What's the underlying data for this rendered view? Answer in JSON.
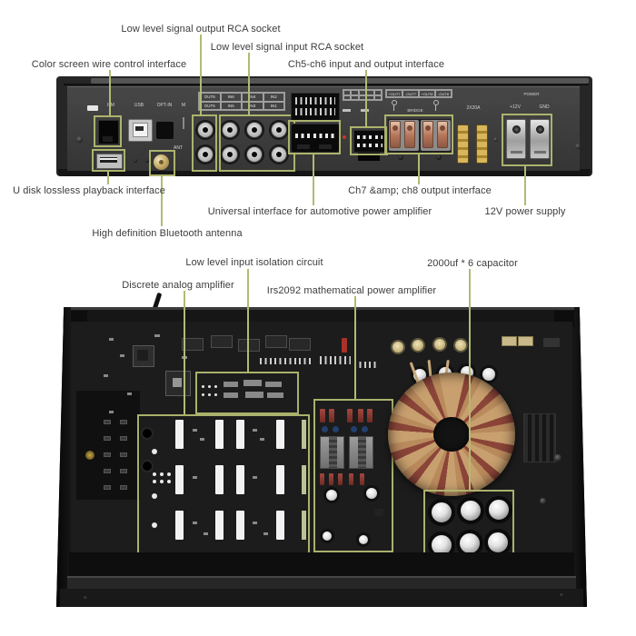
{
  "colors": {
    "annotation_line": "#b3ba72",
    "label_text": "#3c3c3c",
    "chassis": "#262626",
    "panel": "#3e3e3e"
  },
  "top_section": {
    "labels_above": [
      {
        "key": "rca_output",
        "text": "Low level signal output RCA socket"
      },
      {
        "key": "rca_input",
        "text": "Low level signal input RCA socket"
      },
      {
        "key": "color_screen",
        "text": "Color screen wire control interface"
      },
      {
        "key": "ch5_ch6",
        "text": "Ch5-ch6 input and output interface"
      }
    ],
    "labels_below": [
      {
        "key": "u_disk",
        "text": "U disk lossless playback interface"
      },
      {
        "key": "ch7_ch8",
        "text": "Ch7 &amp; ch8 output interface"
      },
      {
        "key": "universal",
        "text": "Universal interface for automotive power amplifier"
      },
      {
        "key": "power_12v",
        "text": "12V power supply"
      },
      {
        "key": "bluetooth",
        "text": "High definition Bluetooth antenna"
      }
    ],
    "panel": {
      "rm": "RM",
      "usb": "USB",
      "opt_in": "OPT-IN",
      "m": "M",
      "ant": "ANT",
      "rca_row1": [
        "OUT6",
        "IN6",
        "IN4",
        "IN2"
      ],
      "rca_row2": [
        "OUT5",
        "IN5",
        "IN3",
        "IN1"
      ],
      "spk": [
        "+OUT7",
        "-OUT7",
        "+OUT8",
        "-OUT8"
      ],
      "bridge": "BRIDGE",
      "fuse": "2X20A",
      "power": "POWER",
      "v12": "+12V",
      "gnd": "GND"
    }
  },
  "bottom_section": {
    "labels": [
      {
        "key": "isolation",
        "text": "Low level input isolation circuit"
      },
      {
        "key": "capacitor",
        "text": "2000uf * 6 capacitor"
      },
      {
        "key": "discrete",
        "text": "Discrete analog amplifier"
      },
      {
        "key": "irs2092",
        "text": "Irs2092 mathematical power amplifier"
      }
    ]
  }
}
